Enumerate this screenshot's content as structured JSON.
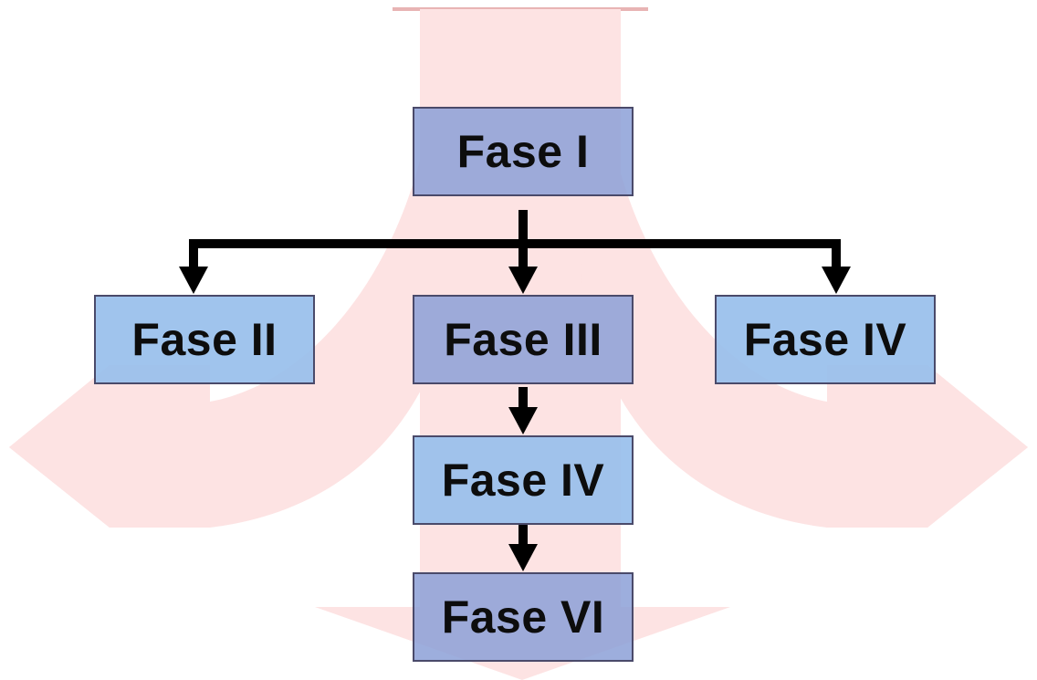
{
  "diagram": {
    "nodes": {
      "fase1": {
        "label": "Fase I"
      },
      "fase2": {
        "label": "Fase II"
      },
      "fase3": {
        "label": "Fase III"
      },
      "fase4_right": {
        "label": "Fase IV"
      },
      "fase4_center": {
        "label": "Fase IV"
      },
      "fase6": {
        "label": "Fase VI"
      }
    },
    "edges": [
      {
        "from": "fase1",
        "to": "fase2"
      },
      {
        "from": "fase1",
        "to": "fase3"
      },
      {
        "from": "fase1",
        "to": "fase4_right"
      },
      {
        "from": "fase3",
        "to": "fase4_center"
      },
      {
        "from": "fase4_center",
        "to": "fase6"
      }
    ],
    "colors": {
      "watermark": "#fde2e2",
      "box_fill": "#a3b3e0",
      "box_fill_light": "#a6c8f0",
      "box_border": "#4a4a6a",
      "arrow": "#000000"
    }
  }
}
